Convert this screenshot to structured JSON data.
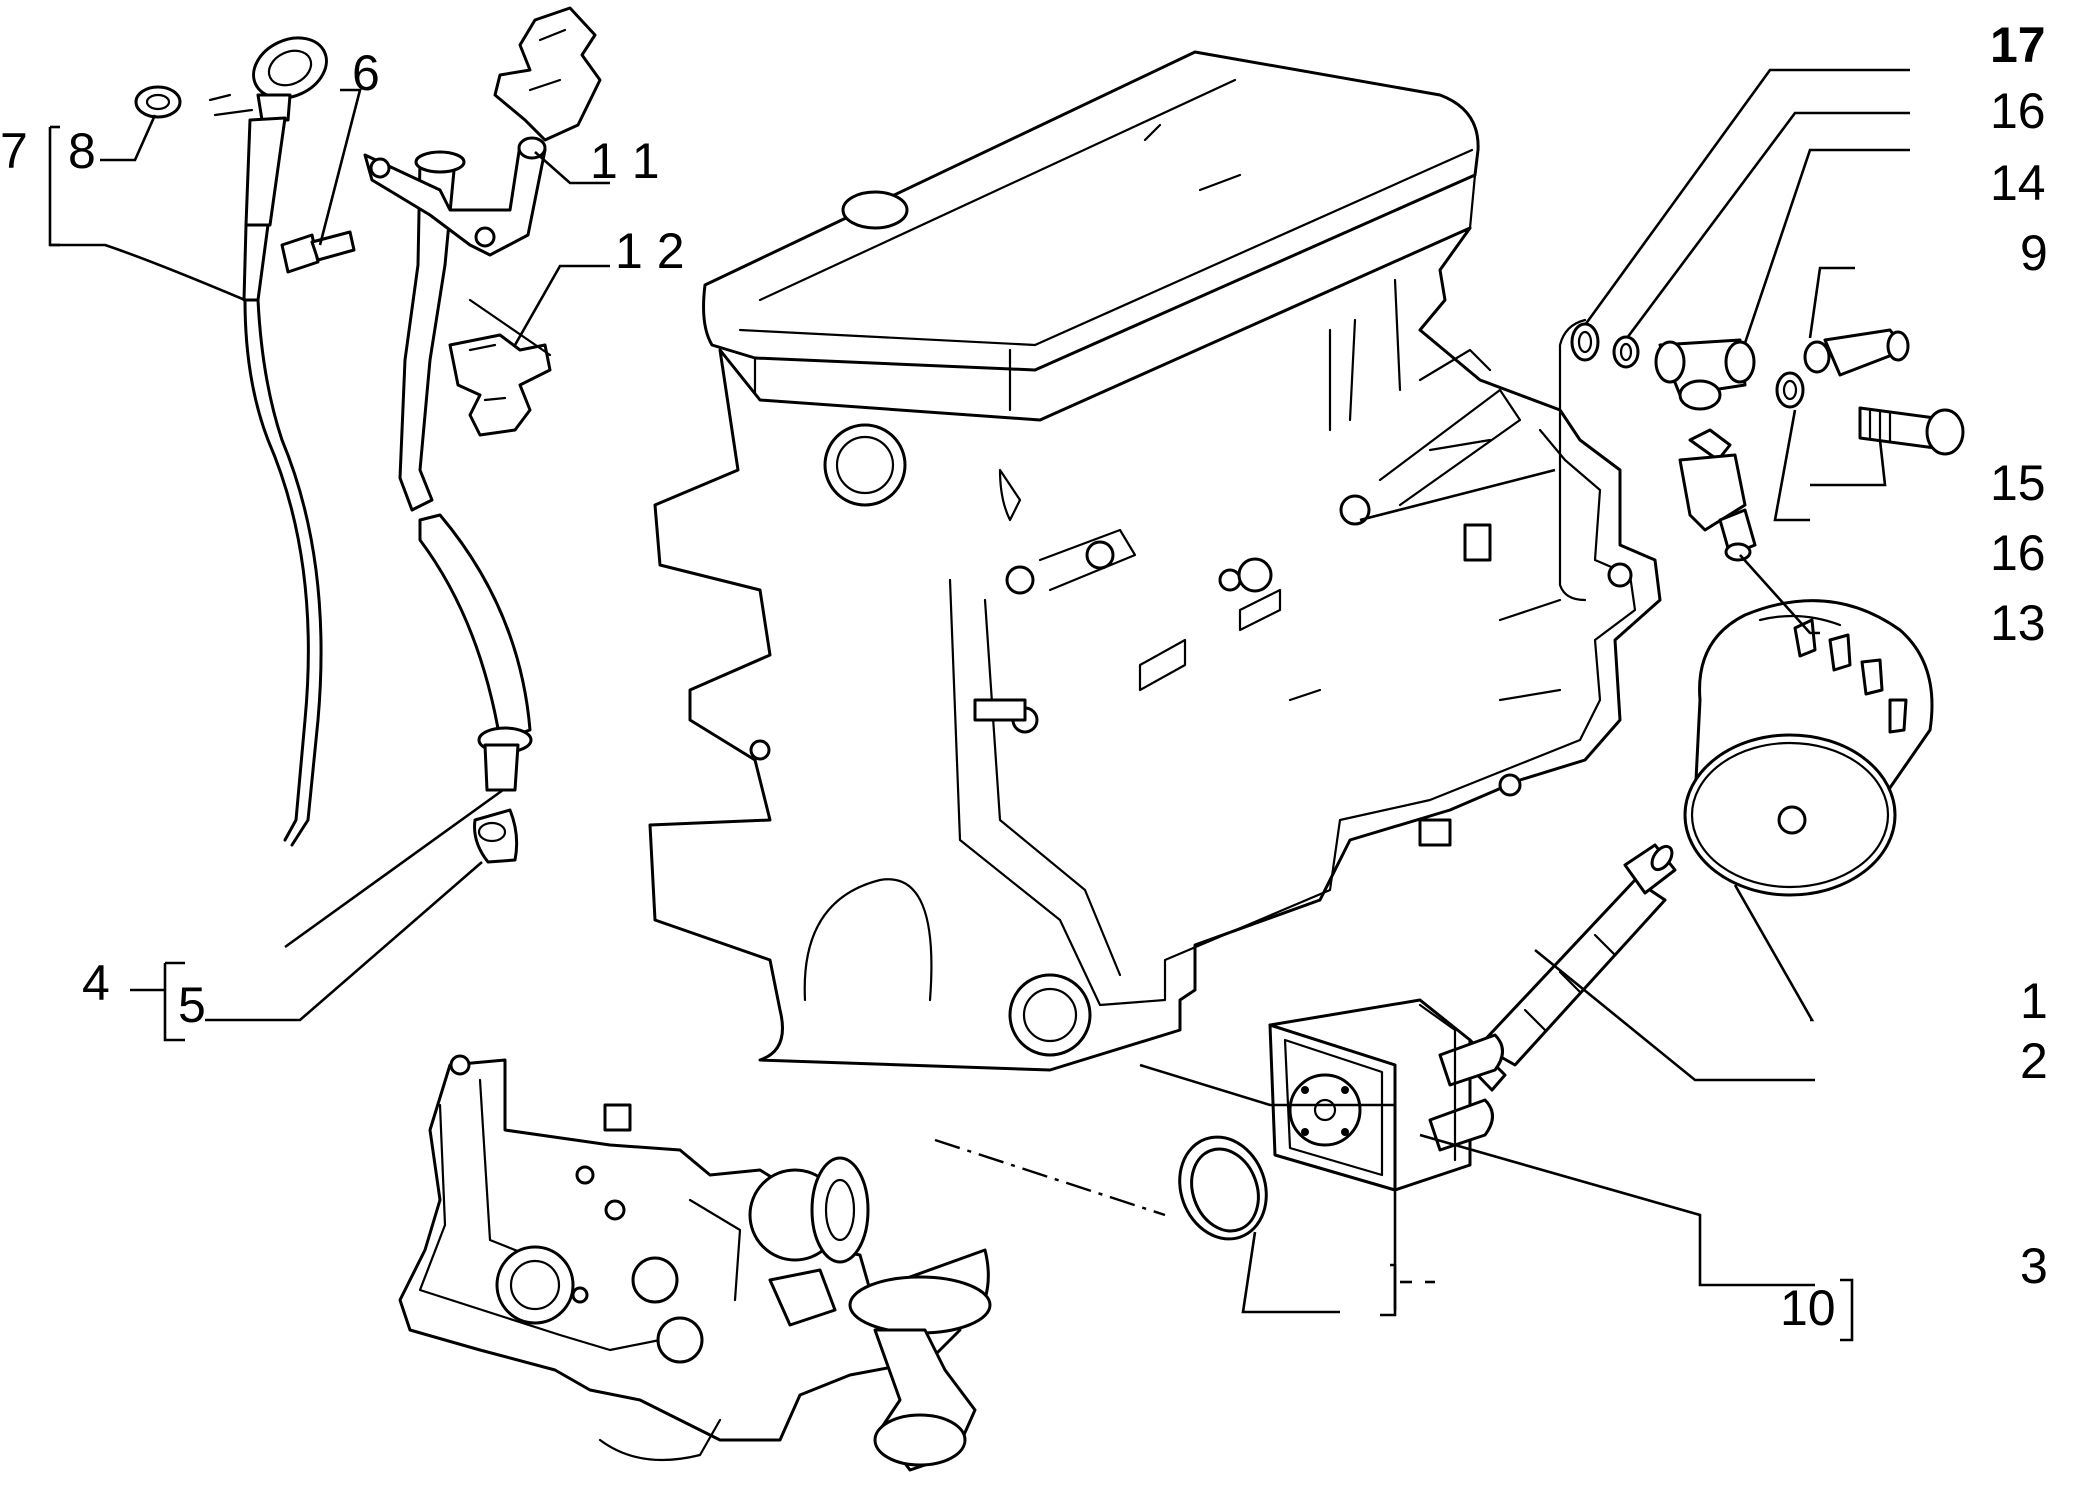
{
  "callouts": {
    "c1": "1",
    "c2": "2",
    "c3": "3",
    "c4": "4",
    "c5": "5",
    "c6": "6",
    "c7": "7",
    "c8": "8",
    "c9": "9",
    "c10": "10",
    "c11": "1 1",
    "c12": "1 2",
    "c13": "13",
    "c14": "14",
    "c15": "15",
    "c16a": "16",
    "c16b": "16",
    "c17": "17"
  },
  "colors": {
    "ink": "#000000",
    "paper": "#ffffff"
  }
}
